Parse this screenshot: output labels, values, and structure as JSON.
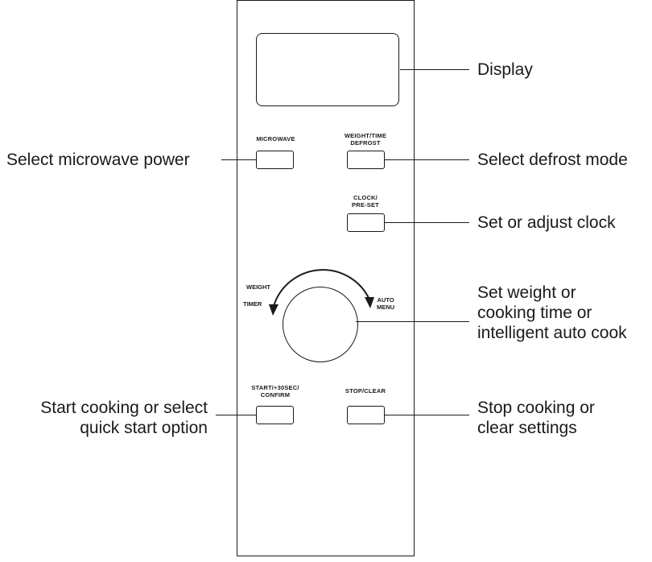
{
  "buttons": {
    "microwave": "MICROWAVE",
    "defrost_line1": "WEIGHT/TIME",
    "defrost_line2": "DEFROST",
    "clock_line1": "CLOCK/",
    "clock_line2": "PRE-SET",
    "start_line1": "START/+30SEC/",
    "start_line2": "CONFIRM",
    "stop": "STOP/CLEAR"
  },
  "dial": {
    "left_top": "WEIGHT",
    "left_bottom": "TIMER",
    "right_top": "AUTO",
    "right_bottom": "MENU"
  },
  "callouts": {
    "display": "Display",
    "microwave_power": "Select microwave power",
    "defrost_mode": "Select defrost mode",
    "clock": "Set or adjust clock",
    "knob_line1": "Set weight or",
    "knob_line2": "cooking time or",
    "knob_line3": "intelligent auto cook",
    "start_line1": "Start cooking or select",
    "start_line2": "quick start option",
    "stop_line1": "Stop cooking or",
    "stop_line2": "clear settings"
  }
}
